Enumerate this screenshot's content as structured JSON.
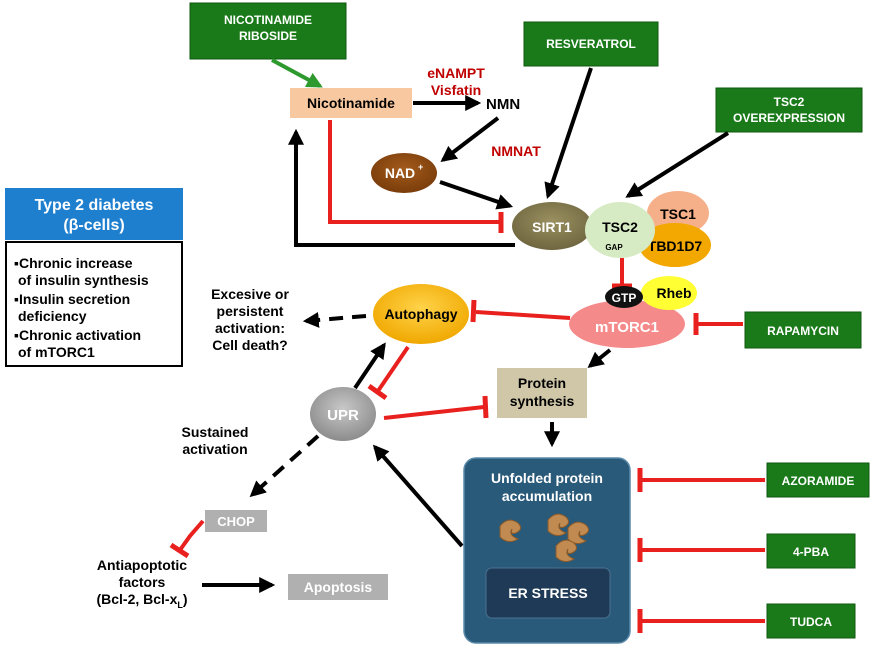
{
  "drugs": {
    "nicotinamide_riboside": [
      "NICOTINAMIDE",
      "RIBOSIDE"
    ],
    "resveratrol": "RESVERATROL",
    "tsc2_overexpression": [
      "TSC2",
      "OVEREXPRESSION"
    ],
    "rapamycin": "RAPAMYCIN",
    "azoramide": "AZORAMIDE",
    "pba": "4-PBA",
    "tudca": "TUDCA"
  },
  "nodes": {
    "nicotinamide": "Nicotinamide",
    "nmn": "NMN",
    "nad": "NAD",
    "nad_sup": "+",
    "sirt1": "SIRT1",
    "tsc2": "TSC2",
    "gap": "GAP",
    "tsc1": "TSC1",
    "tbd1d7": "TBD1D7",
    "gtp": "GTP",
    "rheb": "Rheb",
    "mtorc1": "mTORC1",
    "autophagy": "Autophagy",
    "protein_synthesis": [
      "Protein",
      "synthesis"
    ],
    "upr": "UPR",
    "chop": "CHOP",
    "apoptosis": "Apoptosis",
    "unfolded": [
      "Unfolded protein",
      "accumulation"
    ],
    "er_stress": "ER STRESS"
  },
  "enzymes": {
    "enampt": [
      "eNAMPT",
      "Visfatin"
    ],
    "nmnat": "NMNAT"
  },
  "labels": {
    "cell_death": [
      "Excesive or",
      "persistent",
      "activation:",
      "Cell death?"
    ],
    "sustained": [
      "Sustained",
      "activation"
    ],
    "antiapoptotic": [
      "Antiapoptotic",
      "factors"
    ],
    "bcl_main": "(Bcl-2, Bcl-x",
    "bcl_sub": "L",
    "bcl_close": ")"
  },
  "diabetes": {
    "title": [
      "Type 2 diabetes",
      "(β-cells)"
    ],
    "items": [
      "▪Chronic increase",
      "of insulin synthesis",
      "▪Insulin secretion",
      "deficiency",
      "▪Chronic activation",
      "of mTORC1"
    ]
  },
  "colors": {
    "drug_green": "#1a7a1a",
    "inhibit_red": "#e8201e",
    "activate_black": "#000000",
    "riboside_arrow": "#2e9a2e",
    "diabetes_blue": "#1f7fcf",
    "er_box": "#2a5a7a",
    "er_inner": "#1e3a56"
  }
}
